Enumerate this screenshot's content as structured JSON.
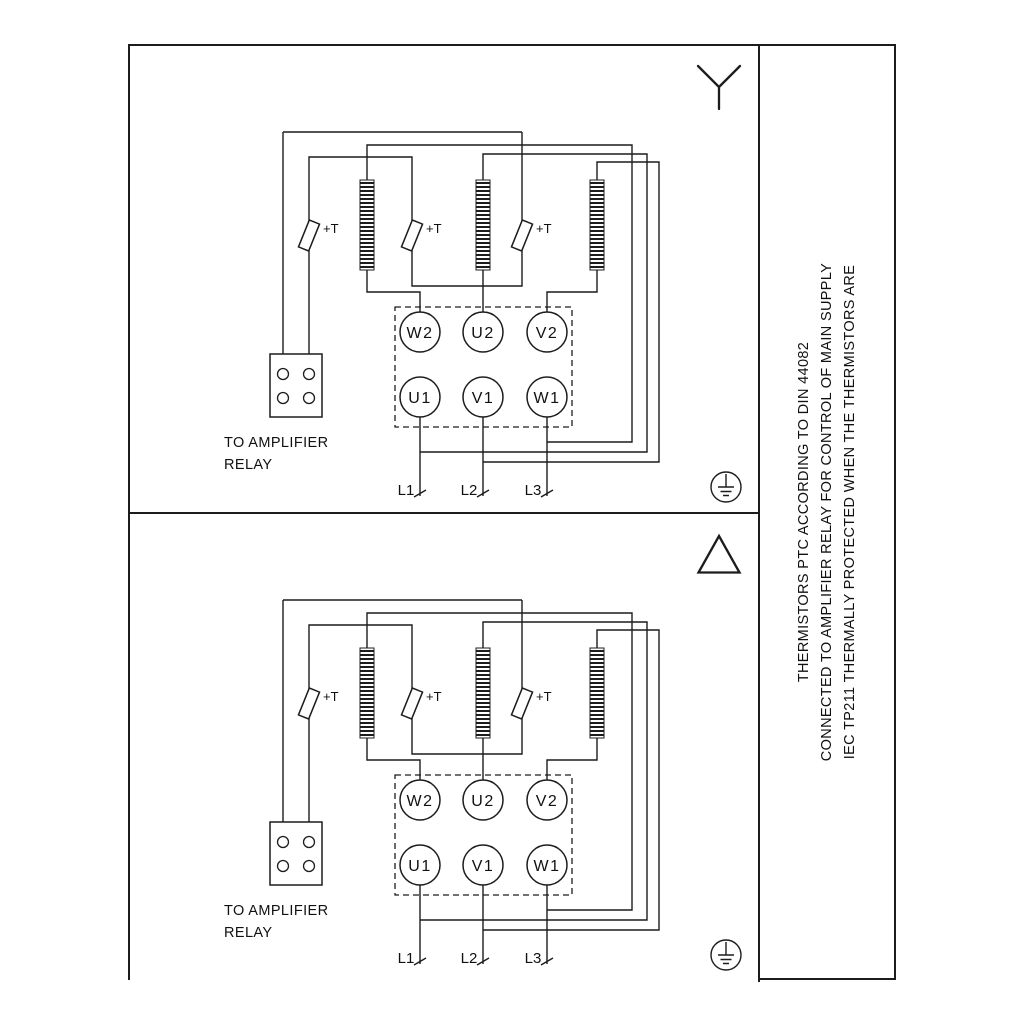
{
  "panels": [
    {
      "connection": "star",
      "thermistor_label": "+T",
      "terminals_top": [
        "W2",
        "U2",
        "V2"
      ],
      "terminals_bottom": [
        "U1",
        "V1",
        "W1"
      ],
      "leads": [
        "L1",
        "L2",
        "L3"
      ],
      "relay_label_line1": "TO AMPLIFIER",
      "relay_label_line2": "RELAY"
    },
    {
      "connection": "delta",
      "thermistor_label": "+T",
      "terminals_top": [
        "W2",
        "U2",
        "V2"
      ],
      "terminals_bottom": [
        "U1",
        "V1",
        "W1"
      ],
      "leads": [
        "L1",
        "L2",
        "L3"
      ],
      "relay_label_line1": "TO AMPLIFIER",
      "relay_label_line2": "RELAY"
    }
  ],
  "side_note": {
    "lines": [
      "IEC TP211 THERMALLY PROTECTED WHEN THE THERMISTORS ARE",
      "CONNECTED TO AMPLIFIER RELAY FOR CONTROL OF MAIN SUPPLY",
      "THERMISTORS PTC ACCORDING TO DIN 44082"
    ]
  },
  "colors": {
    "line": "#1c1c1c",
    "background": "#ffffff"
  }
}
